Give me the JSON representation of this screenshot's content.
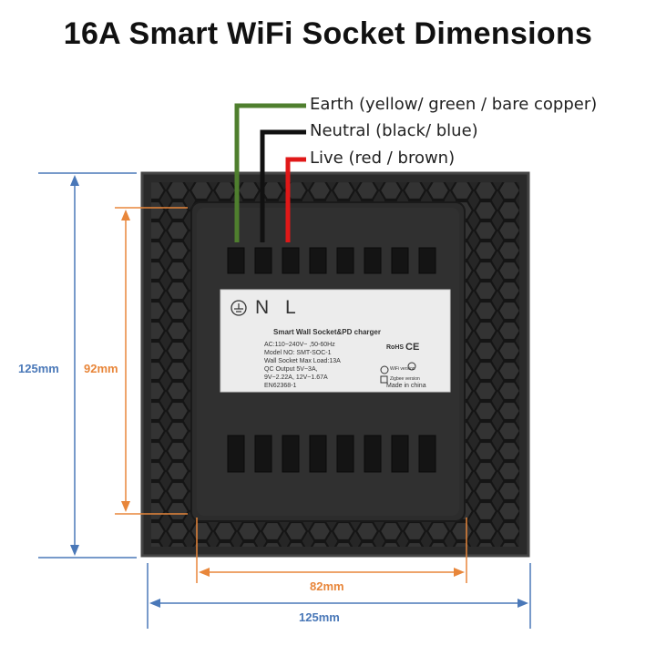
{
  "title": "16A Smart WiFi Socket Dimensions",
  "wires": {
    "earth": "Earth (yellow/ green / bare copper)",
    "neutral": "Neutral (black/ blue)",
    "live": "Live (red / brown)"
  },
  "dimensions": {
    "outer_height": "125mm",
    "inner_height": "92mm",
    "inner_width": "82mm",
    "outer_width": "125mm"
  },
  "label": {
    "terminals": "N L",
    "product": "Smart Wall Socket&PD charger",
    "spec_lines": [
      "AC:110~240V~ ,50-60Hz",
      "Model NO: SMT-SOC-1",
      "Wall Socket Max Load:13A",
      "QC Output 5V~3A,",
      "9V~2.22A, 12V~1.67A",
      "EN62368-1"
    ],
    "rohs": "RoHS",
    "ce": "CE",
    "wifi_version": "WiFi version",
    "zigbee_version": "Zigbee version",
    "made_in": "Made in china"
  },
  "colors": {
    "earth_wire": "#4f7f2e",
    "neutral_wire": "#111111",
    "live_wire": "#e01818",
    "blue_dimension": "#4a78b8",
    "orange_dimension": "#e8863a",
    "body": "#2b2b2b"
  }
}
